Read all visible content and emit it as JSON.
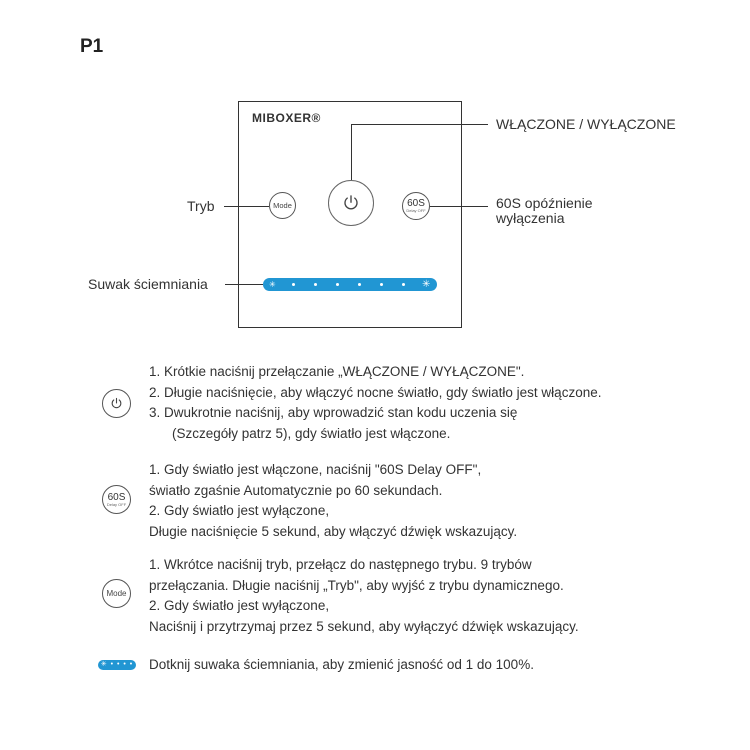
{
  "page_label": "P1",
  "device": {
    "brand": "MIBOXER®",
    "mode_button": "Mode",
    "delay_button_main": "60S",
    "delay_button_sub": "Delay OFF"
  },
  "callouts": {
    "power": "WŁĄCZONE / WYŁĄCZONE",
    "mode": "Tryb",
    "delay_line1": "60S opóźnienie",
    "delay_line2": "wyłączenia",
    "slider": "Suwak ściemniania"
  },
  "instructions": {
    "power": {
      "lines": [
        "1. Krótkie naciśnij przełączanie „WŁĄCZONE / WYŁĄCZONE\".",
        "2. Długie naciśnięcie, aby włączyć nocne światło, gdy światło jest włączone.",
        "3. Dwukrotnie naciśnij, aby wprowadzić stan kodu uczenia się",
        "(Szczegóły patrz 5), gdy światło jest włączone."
      ]
    },
    "delay": {
      "icon_main": "60S",
      "icon_sub": "Delay OFF",
      "lines": [
        "1. Gdy światło jest włączone, naciśnij \"60S Delay OFF\",",
        "światło zgaśnie Automatycznie po 60 sekundach.",
        "2. Gdy światło jest wyłączone,",
        "Długie naciśnięcie 5 sekund, aby włączyć dźwięk wskazujący."
      ]
    },
    "mode": {
      "icon_label": "Mode",
      "lines": [
        "1. Wkrótce naciśnij tryb, przełącz do następnego trybu. 9 trybów",
        "przełączania. Długie naciśnij „Tryb\", aby wyjść z trybu dynamicznego.",
        "2. Gdy światło jest wyłączone,",
        "Naciśnij i przytrzymaj przez 5 sekund, aby wyłączyć dźwięk wskazujący."
      ]
    },
    "slider": {
      "lines": [
        "Dotknij suwaka ściemniania, aby zmienić jasność od 1 do 100%."
      ]
    }
  },
  "icons": {
    "power": "power-icon",
    "sun": "sun-icon"
  },
  "colors": {
    "slider_blue": "#2196d3"
  }
}
